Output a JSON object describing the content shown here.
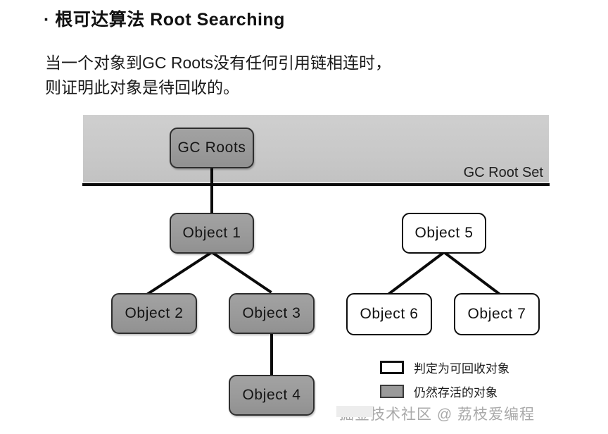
{
  "slide": {
    "title": "· 根可达算法 Root Searching",
    "body": "当一个对象到GC Roots没有任何引用链相连时，\n则证明此对象是待回收的。"
  },
  "diagram": {
    "root_set_label": "GC Root Set",
    "band_color": "#c8c8c8",
    "line_color": "#0a0a0a",
    "alive_color": "#9a9a9a",
    "garbage_color": "#ffffff",
    "nodes": [
      {
        "id": "gc-roots",
        "label": "GC Roots",
        "state": "alive"
      },
      {
        "id": "object-1",
        "label": "Object  1",
        "state": "alive"
      },
      {
        "id": "object-2",
        "label": "Object  2",
        "state": "alive"
      },
      {
        "id": "object-3",
        "label": "Object  3",
        "state": "alive"
      },
      {
        "id": "object-4",
        "label": "Object  4",
        "state": "alive"
      },
      {
        "id": "object-5",
        "label": "Object  5",
        "state": "garbage"
      },
      {
        "id": "object-6",
        "label": "Object  6",
        "state": "garbage"
      },
      {
        "id": "object-7",
        "label": "Object  7",
        "state": "garbage"
      }
    ],
    "edges": [
      {
        "from": "gc-roots",
        "to": "object-1"
      },
      {
        "from": "object-1",
        "to": "object-2"
      },
      {
        "from": "object-1",
        "to": "object-3"
      },
      {
        "from": "object-3",
        "to": "object-4"
      },
      {
        "from": "object-5",
        "to": "object-6"
      },
      {
        "from": "object-5",
        "to": "object-7"
      }
    ]
  },
  "legend": {
    "items": [
      {
        "swatch": "garbage",
        "label": "判定为可回收对象"
      },
      {
        "swatch": "alive",
        "label": "仍然存活的对象"
      }
    ]
  },
  "watermark": {
    "text": "掘金技术社区 @ 荔枝爱编程"
  }
}
